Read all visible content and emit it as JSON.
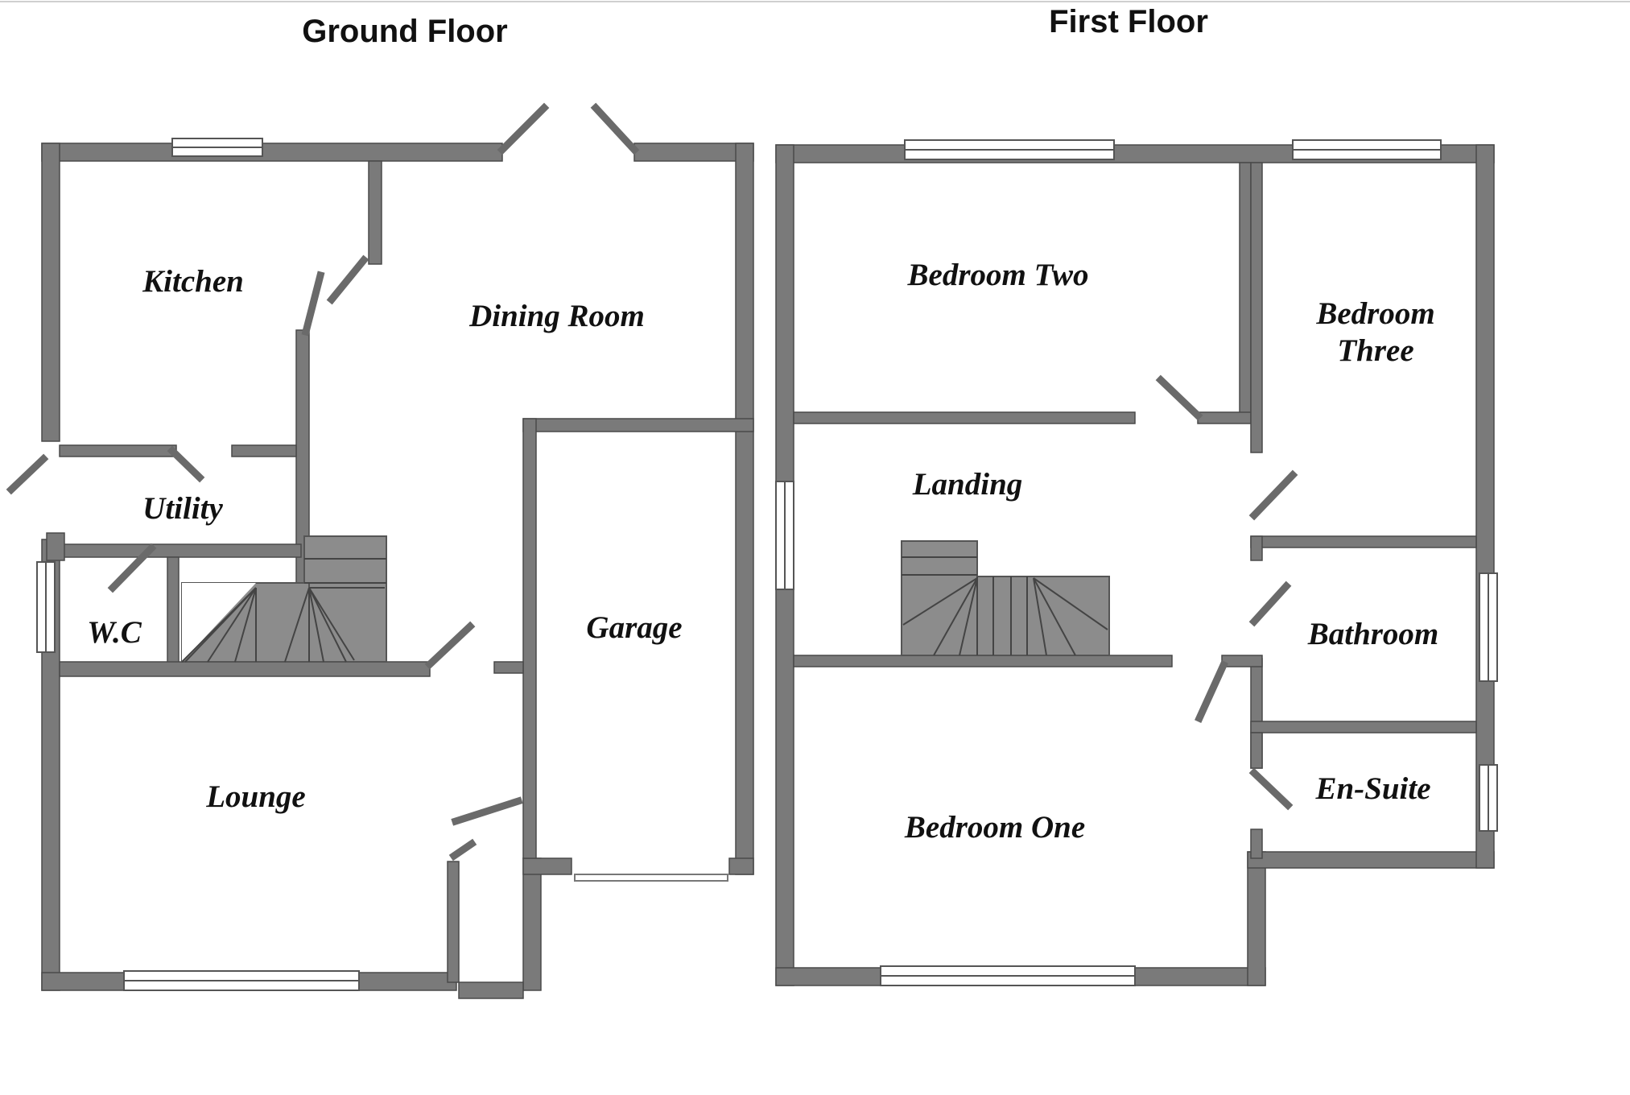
{
  "plan": {
    "ground_floor": {
      "title": "Ground Floor",
      "rooms": {
        "kitchen": "Kitchen",
        "dining_room": "Dining Room",
        "utility": "Utility",
        "wc": "W.C",
        "garage": "Garage",
        "lounge": "Lounge"
      }
    },
    "first_floor": {
      "title": "First Floor",
      "rooms": {
        "bedroom_two": "Bedroom Two",
        "bedroom_three_line1": "Bedroom",
        "bedroom_three_line2": "Three",
        "landing": "Landing",
        "bathroom": "Bathroom",
        "en_suite": "En-Suite",
        "bedroom_one": "Bedroom One"
      }
    }
  },
  "colors": {
    "wall": "#7a7a7a",
    "stairs": "#8c8c8c",
    "background": "#ffffff",
    "text": "#111111"
  }
}
